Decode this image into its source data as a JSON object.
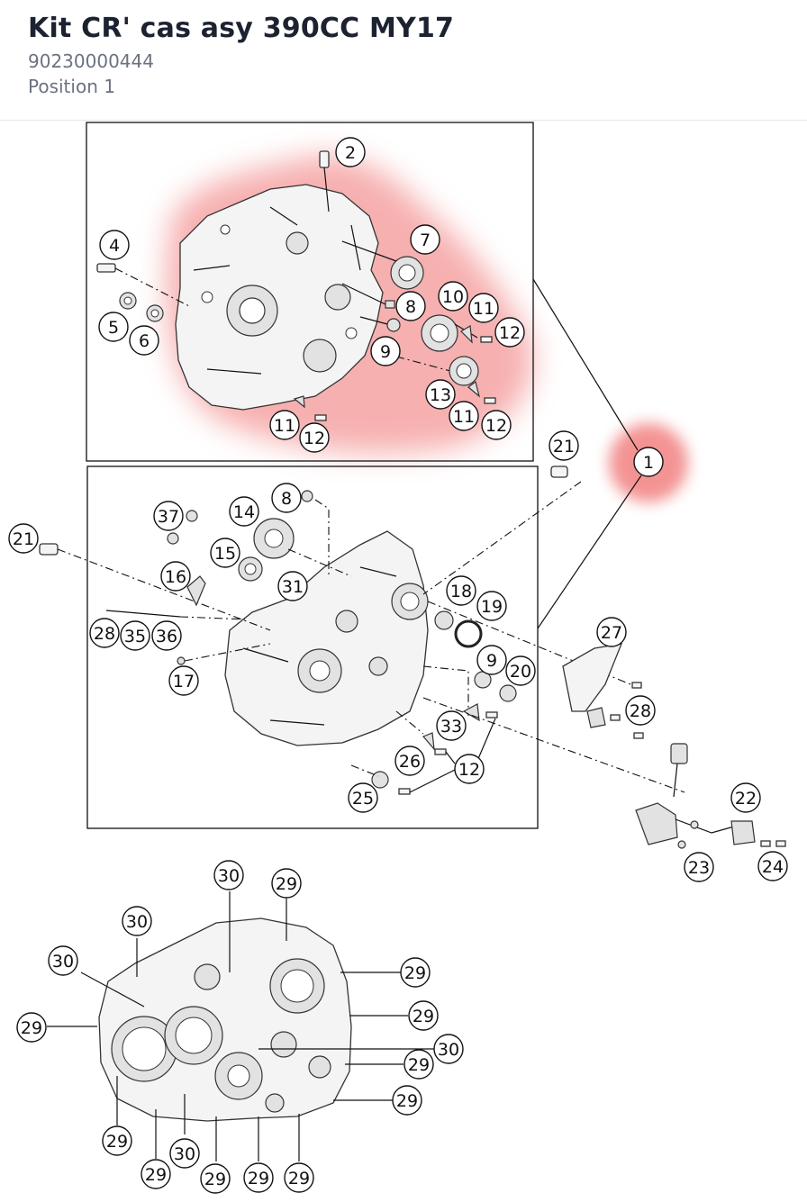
{
  "header": {
    "title": "Kit CR' cas asy 390CC MY17",
    "part_number": "90230000444",
    "position": "Position 1"
  },
  "colors": {
    "highlight": "#f07070",
    "text": "#1c2230",
    "muted": "#6b7280",
    "line": "#111111"
  },
  "callouts": [
    {
      "id": "c2",
      "label": "2"
    },
    {
      "id": "c4",
      "label": "4"
    },
    {
      "id": "c5",
      "label": "5"
    },
    {
      "id": "c6",
      "label": "6"
    },
    {
      "id": "c7",
      "label": "7"
    },
    {
      "id": "c8a",
      "label": "8"
    },
    {
      "id": "c9a",
      "label": "9"
    },
    {
      "id": "c10",
      "label": "10"
    },
    {
      "id": "c11a",
      "label": "11"
    },
    {
      "id": "c12a",
      "label": "12"
    },
    {
      "id": "c13",
      "label": "13"
    },
    {
      "id": "c11b",
      "label": "11"
    },
    {
      "id": "c12b",
      "label": "12"
    },
    {
      "id": "c11c",
      "label": "11"
    },
    {
      "id": "c12c",
      "label": "12"
    },
    {
      "id": "c1",
      "label": "1"
    },
    {
      "id": "c21a",
      "label": "21"
    },
    {
      "id": "c21b",
      "label": "21"
    },
    {
      "id": "c8b",
      "label": "8"
    },
    {
      "id": "c37",
      "label": "37"
    },
    {
      "id": "c14",
      "label": "14"
    },
    {
      "id": "c15",
      "label": "15"
    },
    {
      "id": "c16",
      "label": "16"
    },
    {
      "id": "c31",
      "label": "31"
    },
    {
      "id": "c18",
      "label": "18"
    },
    {
      "id": "c19",
      "label": "19"
    },
    {
      "id": "c28a",
      "label": "28"
    },
    {
      "id": "c35",
      "label": "35"
    },
    {
      "id": "c36",
      "label": "36"
    },
    {
      "id": "c17",
      "label": "17"
    },
    {
      "id": "c9b",
      "label": "9"
    },
    {
      "id": "c20",
      "label": "20"
    },
    {
      "id": "c27",
      "label": "27"
    },
    {
      "id": "c28b",
      "label": "28"
    },
    {
      "id": "c33",
      "label": "33"
    },
    {
      "id": "c26",
      "label": "26"
    },
    {
      "id": "c12d",
      "label": "12"
    },
    {
      "id": "c25",
      "label": "25"
    },
    {
      "id": "c22",
      "label": "22"
    },
    {
      "id": "c23",
      "label": "23"
    },
    {
      "id": "c24",
      "label": "24"
    },
    {
      "id": "c30a",
      "label": "30"
    },
    {
      "id": "c29a",
      "label": "29"
    },
    {
      "id": "c30b",
      "label": "30"
    },
    {
      "id": "c30c",
      "label": "30"
    },
    {
      "id": "c29b",
      "label": "29"
    },
    {
      "id": "c29c",
      "label": "29"
    },
    {
      "id": "c29d",
      "label": "29"
    },
    {
      "id": "c30d",
      "label": "30"
    },
    {
      "id": "c29e",
      "label": "29"
    },
    {
      "id": "c29f",
      "label": "29"
    },
    {
      "id": "c29g",
      "label": "29"
    },
    {
      "id": "c29h",
      "label": "29"
    },
    {
      "id": "c30e",
      "label": "30"
    },
    {
      "id": "c29i",
      "label": "29"
    },
    {
      "id": "c29j",
      "label": "29"
    },
    {
      "id": "c29k",
      "label": "29"
    }
  ]
}
